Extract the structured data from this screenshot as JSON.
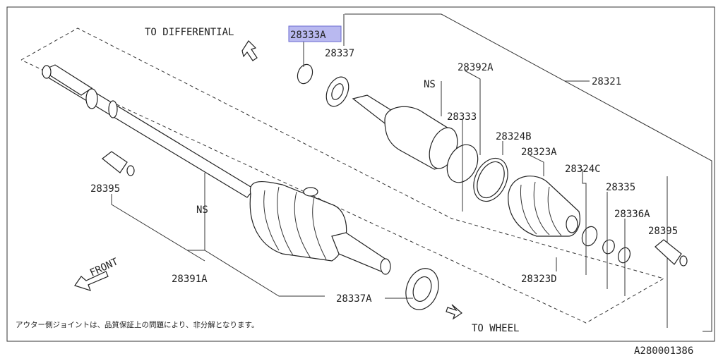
{
  "diagram": {
    "labels": {
      "to_differential": "TO DIFFERENTIAL",
      "to_wheel": "TO WHEEL",
      "front": "FRONT",
      "p28333A": "28333A",
      "p28337": "28337",
      "pNS_top": "NS",
      "p28392A": "28392A",
      "p28321": "28321",
      "p28333": "28333",
      "p28324B": "28324B",
      "p28323A": "28323A",
      "p28324C": "28324C",
      "p28335": "28335",
      "p28336A": "28336A",
      "p28395_right": "28395",
      "p28395_left": "28395",
      "pNS_mid": "NS",
      "p28391A": "28391A",
      "p28337A": "28337A",
      "p28323D": "28323D"
    },
    "note": "アウター側ジョイントは、品質保証上の問題により、非分解となります。",
    "figure_code": "A280001386",
    "highlight_color": "#b9b9f0"
  }
}
